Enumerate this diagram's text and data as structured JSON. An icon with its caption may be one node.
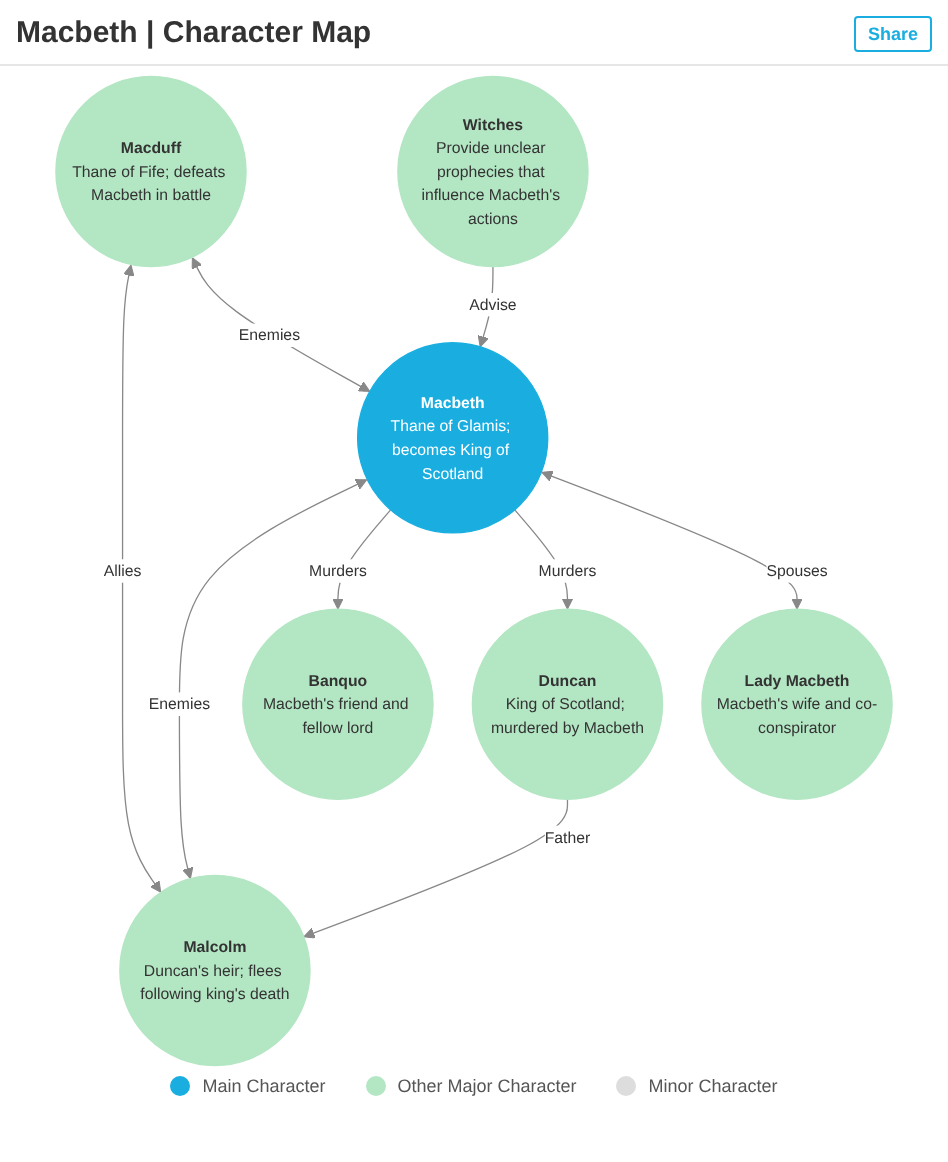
{
  "diagram": {
    "title": "Macbeth | Character Map",
    "nodes": [
      {
        "text": [
          "Macduff",
          "Thane of Fife; defeats Macbeth in battle"
        ]
      },
      {
        "text": [
          "Witches",
          "Provide unclear prophecies that influence Macbeth's actions"
        ]
      },
      {
        "text": [
          "Malcolm",
          "Duncan's heir; flees following king's death"
        ]
      },
      {
        "text": [
          "Macbeth",
          "Thane of Glamis; becomes King of Scotland"
        ]
      },
      {
        "text": [
          "Banquo",
          "Macbeth's friend and fellow lord"
        ]
      },
      {
        "text": [
          "Duncan",
          "King of Scotland; murdered by Macbeth"
        ]
      },
      {
        "text": [
          "Lady Macbeth",
          "Macbeth's wife and co-conspirator"
        ]
      }
    ],
    "edges": [
      {
        "from": 0,
        "to": 2,
        "arrow": "both",
        "label": "Allies"
      },
      {
        "from": 0,
        "to": 3,
        "arrow": "both",
        "label": "Enemies"
      },
      {
        "from": 1,
        "to": 3,
        "arrow": "to",
        "label": "Advise"
      },
      {
        "from": 3,
        "to": 2,
        "arrow": "both",
        "label": "Enemies"
      },
      {
        "from": 3,
        "to": 4,
        "arrow": "to",
        "label": "Murders"
      },
      {
        "from": 3,
        "to": 5,
        "arrow": "to",
        "label": "Murders"
      },
      {
        "from": 5,
        "to": 2,
        "arrow": "to",
        "label": "Father"
      },
      {
        "from": 3,
        "to": 6,
        "arrow": "both",
        "label": "Spouses"
      }
    ],
    "labels": [
      "Share"
    ],
    "legend": [
      {
        "text": "Main Character",
        "color": "#1aaee0"
      },
      {
        "text": "Other Major Character",
        "color": "#b3e6c3"
      },
      {
        "text": "Minor Character",
        "color": "#dddddd"
      }
    ]
  }
}
